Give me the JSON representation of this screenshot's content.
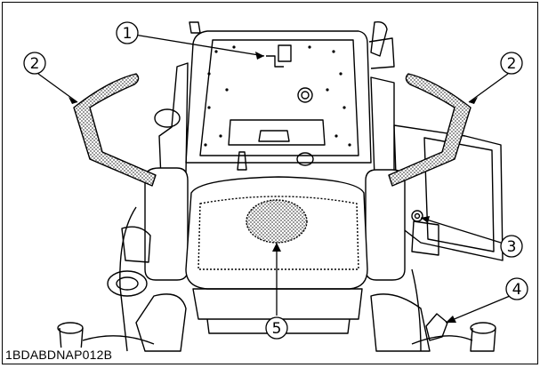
{
  "figure": {
    "id": "1BDABDNAP012B"
  },
  "callouts": [
    {
      "label": "①",
      "part": "1"
    },
    {
      "label": "②",
      "part": "2"
    },
    {
      "label": "②",
      "part": "2"
    },
    {
      "label": "③",
      "part": "3"
    },
    {
      "label": "④",
      "part": "4"
    },
    {
      "label": "⑤",
      "part": "5"
    }
  ],
  "colors": {
    "ink": "#000000",
    "background": "#ffffff",
    "dotted_fill": "#b8b8b8"
  }
}
